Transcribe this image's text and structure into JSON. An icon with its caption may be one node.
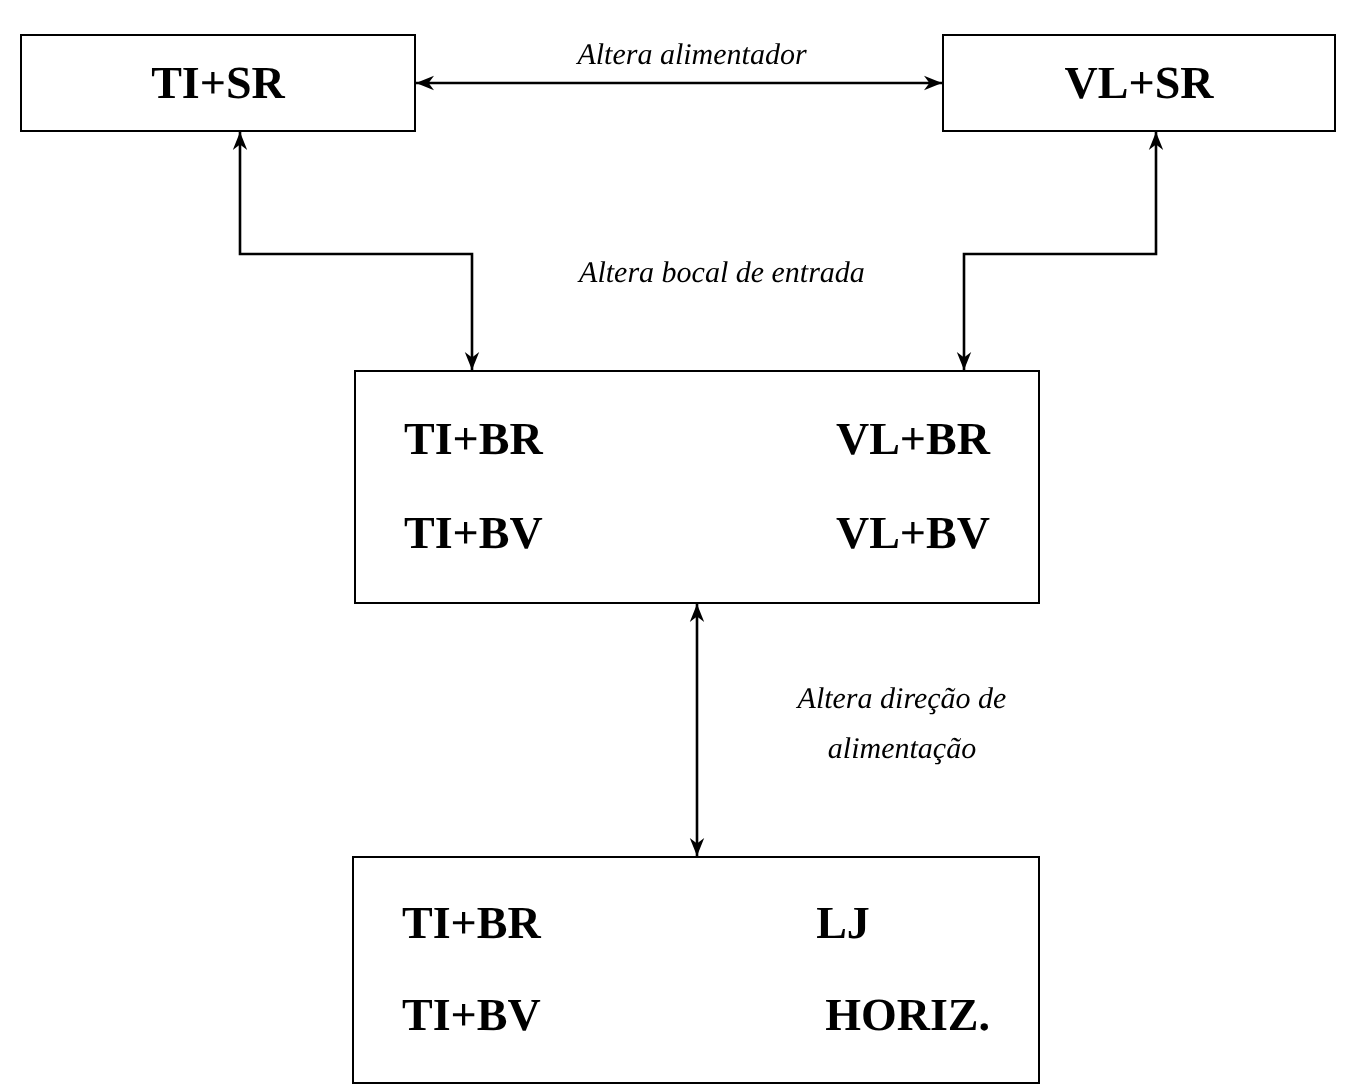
{
  "diagram": {
    "nodes": [
      {
        "text": [
          "TI+SR"
        ]
      },
      {
        "text": [
          "VL+SR"
        ]
      },
      {
        "text": [
          "TI+BR",
          "VL+BR",
          "TI+BV",
          "VL+BV"
        ]
      },
      {
        "text": [
          "TI+BR",
          "LJ",
          "TI+BV",
          "HORIZ."
        ]
      }
    ],
    "edges": [
      {
        "from": 0,
        "to": 1,
        "arrow": "both",
        "label": "Altera alimentador"
      },
      {
        "from": 0,
        "to": 2,
        "arrow": "both"
      },
      {
        "from": 1,
        "to": 2,
        "arrow": "both"
      },
      {
        "from": 2,
        "to": 3,
        "arrow": "both",
        "label": "Altera direção de alimentação"
      }
    ],
    "labels": [
      "Altera bocal de entrada"
    ]
  }
}
